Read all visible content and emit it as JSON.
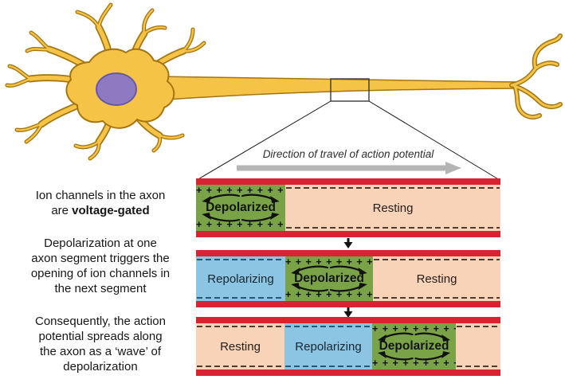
{
  "notes": {
    "para1": {
      "line1": "Ion channels in the axon",
      "line2_normal": "are",
      "line2_bold": "voltage-gated"
    },
    "para2": {
      "line1": "Depolarization at one",
      "line2": "axon segment triggers the",
      "line3": "opening of ion channels in",
      "line4": "the next segment"
    },
    "para3": {
      "line1": "Consequently, the action",
      "line2": "potential spreads along",
      "line3": "the axon as a ‘wave’ of",
      "line4": "depolarization"
    }
  },
  "diagram": {
    "direction_label": "Direction of travel of action potential",
    "plus_row": "+ + + + + + + + + +",
    "panels": [
      {
        "sections": [
          {
            "type": "depolarized",
            "label": "Depolarized"
          },
          {
            "type": "resting",
            "label": "Resting"
          }
        ]
      },
      {
        "sections": [
          {
            "type": "repolarizing",
            "label": "Repolarizing"
          },
          {
            "type": "depolarized",
            "label": "Depolarized"
          },
          {
            "type": "resting",
            "label": "Resting"
          }
        ]
      },
      {
        "sections": [
          {
            "type": "resting",
            "label": "Resting"
          },
          {
            "type": "repolarizing",
            "label": "Repolarizing"
          },
          {
            "type": "depolarized",
            "label": "Depolarized"
          },
          {
            "type": "resting",
            "label": ""
          }
        ]
      }
    ]
  },
  "colors": {
    "membrane_red": "#da2332",
    "depolarized_green": "#7aa348",
    "repolarizing_blue": "#8bc5e3",
    "resting_peach": "#f9d3b8",
    "resting_dash": "#4c3c33",
    "repolarizing_dash": "#2b5574",
    "neuron_yellow": "#f5c447",
    "neuron_outline": "#a5740f",
    "nucleus_purple": "#8d7ac0",
    "direction_arrow_gray": "#b5b5b5"
  }
}
